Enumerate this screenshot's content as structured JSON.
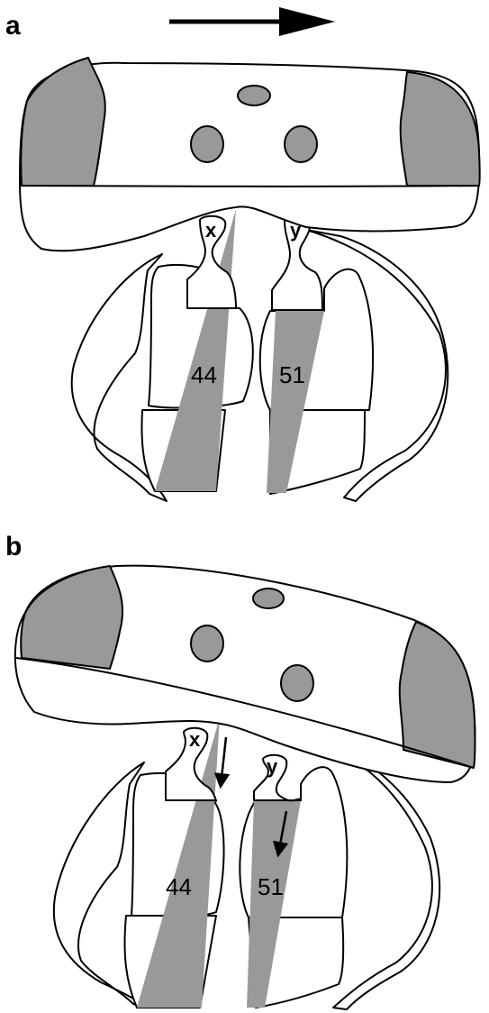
{
  "panels": {
    "a": {
      "letter": "a",
      "label_x": "x",
      "label_y": "y",
      "number_left": "44",
      "number_right": "51"
    },
    "b": {
      "letter": "b",
      "label_x": "x",
      "label_y": "y",
      "number_left": "44",
      "number_right": "51"
    }
  },
  "colors": {
    "fill_gray": "#999999",
    "stroke": "#000000",
    "background": "#ffffff"
  },
  "icons": {
    "direction": "right-arrow-icon",
    "displacement": "down-arrow-icon"
  }
}
